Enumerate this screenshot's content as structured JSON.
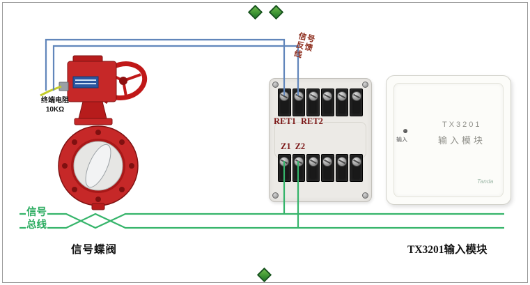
{
  "wiring": {
    "feedback_label_lines": [
      "信号",
      "反馈",
      "线"
    ],
    "bus_label_lines": [
      "信号",
      "总线"
    ]
  },
  "valve": {
    "caption": "信号蝶阀",
    "resistor_label_line1": "终端电阻",
    "resistor_label_line2": "10KΩ"
  },
  "terminal_block": {
    "top_terminal_labels": [
      "RET1",
      "RET2"
    ],
    "bottom_terminal_labels": [
      "Z1",
      "Z2"
    ]
  },
  "tx_module": {
    "model": "TX3201",
    "name": "输入模块",
    "led_label": "输入",
    "brand": "Tanda",
    "caption": "TX3201输入模块"
  },
  "colors": {
    "valve_red": "#c62828",
    "feedback_wire_blue": "#6186bb",
    "bus_wire_green": "#35b46a",
    "terminal_label_red": "#7b1616",
    "ornament_green": "#2f8a35"
  }
}
